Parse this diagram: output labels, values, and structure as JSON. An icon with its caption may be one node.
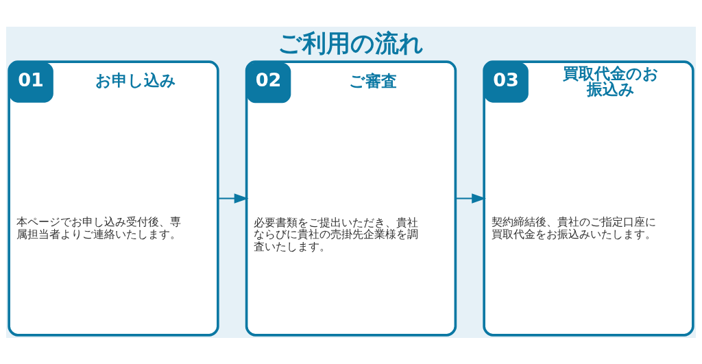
{
  "diagram": {
    "title": "ご利用の流れ",
    "nodes": [
      {
        "text": [
          "01",
          "お申し込み",
          "本ページでお申し込み受付後、専属担当者よりご連絡いたします。"
        ]
      },
      {
        "text": [
          "02",
          "ご審査",
          "必要書類をご提出いただき、貴社ならびに貴社の売掛先企業様を調査いたします。"
        ]
      },
      {
        "text": [
          "03",
          "買取代金のお振込み",
          "契約締結後、貴社のご指定口座に買取代金をお振込みいたします。"
        ]
      }
    ],
    "edges": [
      {
        "from": 0,
        "to": 1,
        "arrow": "to"
      },
      {
        "from": 1,
        "to": 2,
        "arrow": "to"
      }
    ]
  }
}
